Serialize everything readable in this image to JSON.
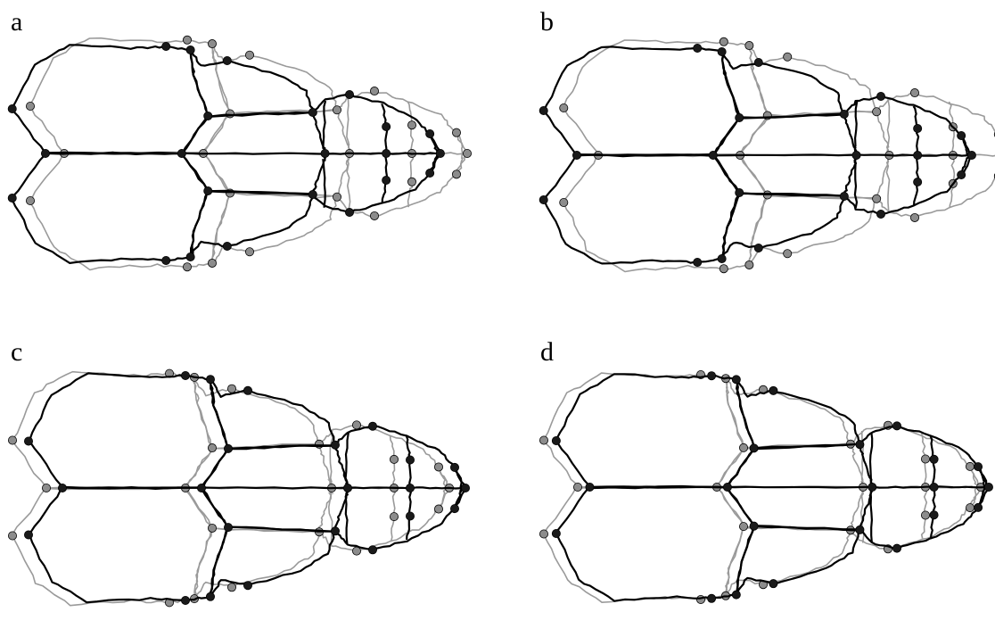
{
  "figure": {
    "panels": [
      {
        "label": "a"
      },
      {
        "label": "b"
      },
      {
        "label": "c"
      },
      {
        "label": "d"
      }
    ]
  },
  "colors": {
    "reference_outline": "#9a9a9a",
    "reference_landmark": "#8c8c8c",
    "target_outline": "#000000",
    "target_landmark": "#1a1a1a"
  }
}
